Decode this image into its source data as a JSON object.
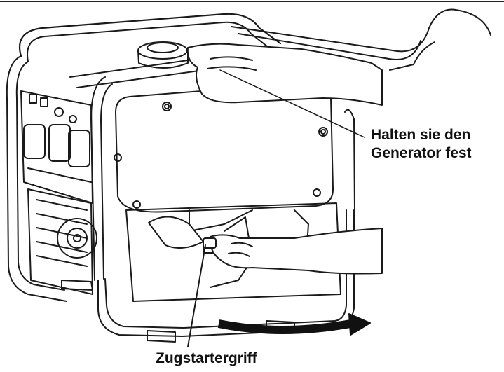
{
  "labels": {
    "hold_line1": "Halten sie den",
    "hold_line2": "Generator fest",
    "pull_grip": "Zugstartergriff"
  },
  "figure": {
    "subject": "generator-icon",
    "hands": "hand-icon",
    "arrow": "curved-arrow-icon"
  },
  "colors": {
    "line": "#1a1a1a",
    "background": "#ffffff",
    "arrow": "#111111"
  }
}
